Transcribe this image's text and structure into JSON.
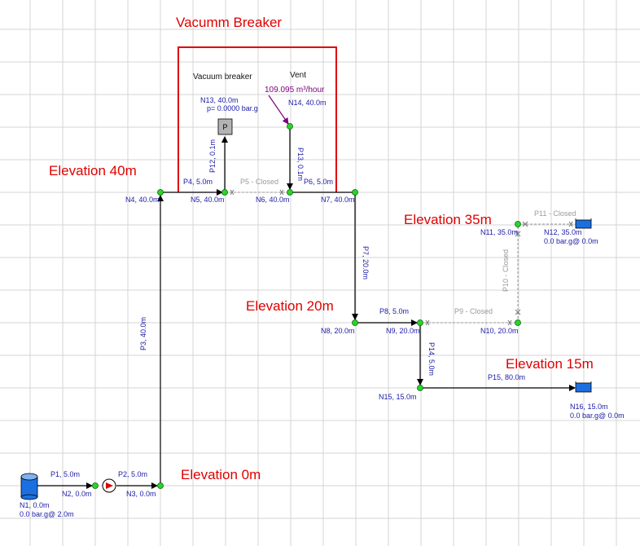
{
  "annotations": {
    "breaker_title": "Vacumm Breaker",
    "elev_40": "Elevation 40m",
    "elev_35": "Elevation 35m",
    "elev_20": "Elevation 20m",
    "elev_15": "Elevation 15m",
    "elev_0": "Elevation 0m",
    "vacuum_breaker": "Vacuum breaker",
    "vent": "Vent",
    "flow": "109.095 m³/hour"
  },
  "nodes": {
    "n1": "N1, 0.0m",
    "n1_info": "0.0 bar.g@ 2.0m",
    "n2": "N2, 0.0m",
    "n3": "N3, 0.0m",
    "n4": "N4, 40.0m",
    "n5": "N5, 40.0m",
    "n6": "N6, 40.0m",
    "n7": "N7, 40.0m",
    "n8": "N8, 20.0m",
    "n9": "N9, 20.0m",
    "n10": "N10, 20.0m",
    "n11": "N11, 35.0m",
    "n12": "N12, 35.0m",
    "n12_info": "0.0 bar.g@ 0.0m",
    "n13": "N13, 40.0m",
    "n13_info": "p= 0.0000 bar.g",
    "n14": "N14, 40.0m",
    "n15": "N15, 15.0m",
    "n16": "N16, 15.0m",
    "n16_info": "0.0 bar.g@ 0.0m"
  },
  "pipes": {
    "p1": "P1, 5.0m",
    "p2": "P2, 5.0m",
    "p3": "P3, 40.0m",
    "p4": "P4, 5.0m",
    "p5": "P5 - Closed",
    "p6": "P6, 5.0m",
    "p7": "P7, 20.0m",
    "p8": "P8, 5.0m",
    "p9": "P9 - Closed",
    "p10": "P10 - Closed",
    "p11": "P11 - Closed",
    "p12": "P12, 0.1m",
    "p13": "P13, 0.1m",
    "p14": "P14, 5.0m",
    "p15": "P15, 80.0m"
  },
  "symbols": {
    "pressure_box": "P"
  },
  "colors": {
    "node": "#27d627",
    "annotation": "#e00000",
    "label": "#1a1aa6",
    "closed": "#9a9a9a",
    "flow": "#7a007a",
    "tank": "#1c6fe0"
  }
}
